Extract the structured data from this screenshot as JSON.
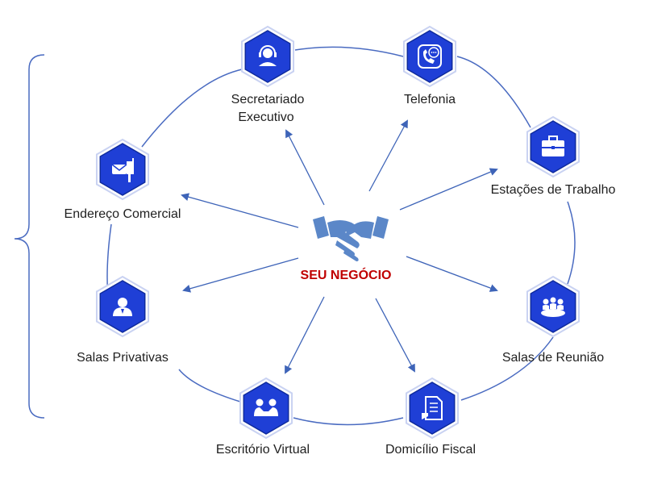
{
  "center": {
    "label": "SEU NEGÓCIO",
    "icon": "handshake-icon"
  },
  "colors": {
    "hex_fill": "#1f3fd6",
    "hex_border": "#0e2a9c",
    "hex_halo": "#c9d2f2",
    "ring": "#4a6bc1",
    "arrow": "#3e64b8",
    "center_label": "#c00000",
    "handshake": "#5b87c8",
    "bracket": "#4a6bc1"
  },
  "services": [
    {
      "id": "secretariado",
      "label_line1": "Secretariado",
      "label_line2": "Executivo",
      "icon": "headset-user-icon"
    },
    {
      "id": "telefonia",
      "label_line1": "Telefonia",
      "icon": "phone-chat-icon"
    },
    {
      "id": "estacoes",
      "label_line1": "Estações de Trabalho",
      "icon": "briefcase-icon"
    },
    {
      "id": "reuniao",
      "label_line1": "Salas de Reunião",
      "icon": "meeting-group-icon"
    },
    {
      "id": "fiscal",
      "label_line1": "Domicílio Fiscal",
      "icon": "tax-document-icon"
    },
    {
      "id": "virtual",
      "label_line1": "Escritório Virtual",
      "icon": "virtual-office-icon"
    },
    {
      "id": "privativas",
      "label_line1": "Salas Privativas",
      "icon": "private-user-icon"
    },
    {
      "id": "endereco",
      "label_line1": "Endereço Comercial",
      "icon": "mailbox-icon"
    }
  ]
}
